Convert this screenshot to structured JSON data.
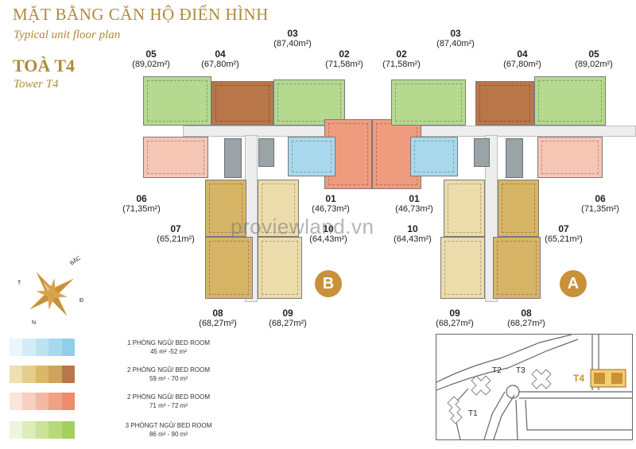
{
  "header": {
    "title_vn": "MẶT BẰNG CĂN HỘ ĐIỂN HÌNH",
    "title_en": "Typical unit floor plan",
    "tower_vn": "TOÀ T4",
    "tower_en": "Tower T4"
  },
  "units": {
    "l05": {
      "no": "05",
      "area": "(89,02m²)"
    },
    "l04": {
      "no": "04",
      "area": "(67,80m²)"
    },
    "l03": {
      "no": "03",
      "area": "(87,40m²)"
    },
    "l02": {
      "no": "02",
      "area": "(71,58m²)"
    },
    "r02": {
      "no": "02",
      "area": "(71,58m²)"
    },
    "r03": {
      "no": "03",
      "area": "(87,40m²)"
    },
    "r04": {
      "no": "04",
      "area": "(67,80m²)"
    },
    "r05": {
      "no": "05",
      "area": "(89,02m²)"
    },
    "l06": {
      "no": "06",
      "area": "(71,35m²)"
    },
    "l01": {
      "no": "01",
      "area": "(46,73m²)"
    },
    "r01": {
      "no": "01",
      "area": "(46,73m²)"
    },
    "r06": {
      "no": "06",
      "area": "(71,35m²)"
    },
    "l07": {
      "no": "07",
      "area": "(65,21m²)"
    },
    "l10": {
      "no": "10",
      "area": "(64,43m²)"
    },
    "r10": {
      "no": "10",
      "area": "(64,43m²)"
    },
    "r07": {
      "no": "07",
      "area": "(65,21m²)"
    },
    "l08": {
      "no": "08",
      "area": "(68,27m²)"
    },
    "l09": {
      "no": "09",
      "area": "(68,27m²)"
    },
    "r09": {
      "no": "09",
      "area": "(68,27m²)"
    },
    "r08": {
      "no": "08",
      "area": "(68,27m²)"
    }
  },
  "blocks": {
    "left": "B",
    "right": "A"
  },
  "watermark": "proviewland.vn",
  "compass": {
    "north_label": "BẮC",
    "south_label": "N",
    "west_label": "T",
    "east_label": "Đ"
  },
  "legend": [
    {
      "line1": "1 PHÒNG NGỦ/ BED ROOM",
      "line2": "45 m² -52 m²",
      "colors": [
        "#eaf6fb",
        "#d3edf6",
        "#bde3f1",
        "#a7d9ec",
        "#90cfe7"
      ]
    },
    {
      "line1": "2 PHÒNG NGỦ/ BED ROOM",
      "line2": "59 m² - 70 m²",
      "colors": [
        "#efe0b0",
        "#e4cd88",
        "#d9b868",
        "#cfa35a",
        "#b9764a"
      ]
    },
    {
      "line1": "2 PHÒNG NGỦ/ BED ROOM",
      "line2": "71 m² - 72 m²",
      "colors": [
        "#fbe4dc",
        "#f8cfc0",
        "#f4b9a3",
        "#f0a285",
        "#ec8c6a"
      ]
    },
    {
      "line1": "3 PHÒNGT NGỦ/ BED ROOM",
      "line2": "86 m² - 90 m²",
      "colors": [
        "#eef5dc",
        "#dcecbb",
        "#c9e39a",
        "#b6da7a",
        "#a3d05b"
      ]
    }
  ],
  "site_map": {
    "t1": "T1",
    "t2": "T2",
    "t3": "T3",
    "t4": "T4"
  },
  "colors": {
    "accent": "#b08a3a",
    "blue": "#a9d8ec",
    "brown": "#b9764a",
    "tan": "#d7b566",
    "light_tan": "#ecdcac",
    "salmon": "#ef9c7e",
    "pink": "#f6c6b5",
    "green": "#b5d98f"
  }
}
